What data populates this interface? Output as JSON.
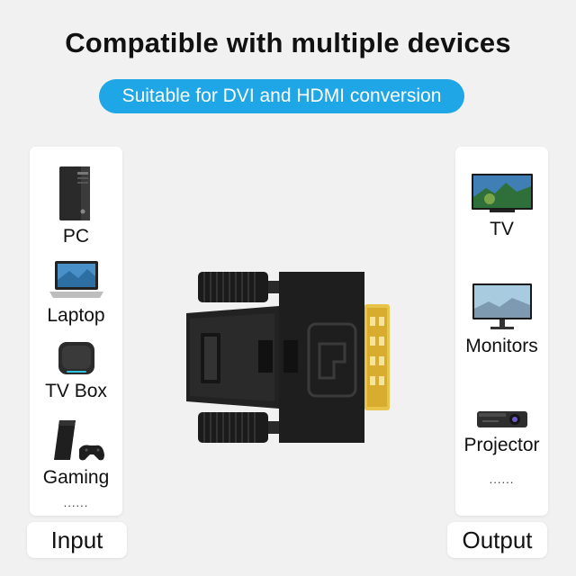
{
  "header": {
    "title": "Compatible with multiple devices",
    "subtitle": "Suitable for DVI and HDMI conversion"
  },
  "input": {
    "devices": [
      {
        "label": "PC",
        "icon": "pc-tower-icon"
      },
      {
        "label": "Laptop",
        "icon": "laptop-icon"
      },
      {
        "label": "TV Box",
        "icon": "tv-box-icon"
      },
      {
        "label": "Gaming",
        "icon": "game-console-icon"
      }
    ],
    "more": "......",
    "footer_label": "Input"
  },
  "output": {
    "devices": [
      {
        "label": "TV",
        "icon": "tv-icon"
      },
      {
        "label": "Monitors",
        "icon": "monitor-icon"
      },
      {
        "label": "Projector",
        "icon": "projector-icon"
      }
    ],
    "more": "......",
    "footer_label": "Output"
  },
  "product": {
    "icon": "dvi-hdmi-adapter-icon",
    "colors": {
      "body": "#1c1c1c",
      "gold": "#e8c44a",
      "accent": "#1ea6e6"
    }
  }
}
